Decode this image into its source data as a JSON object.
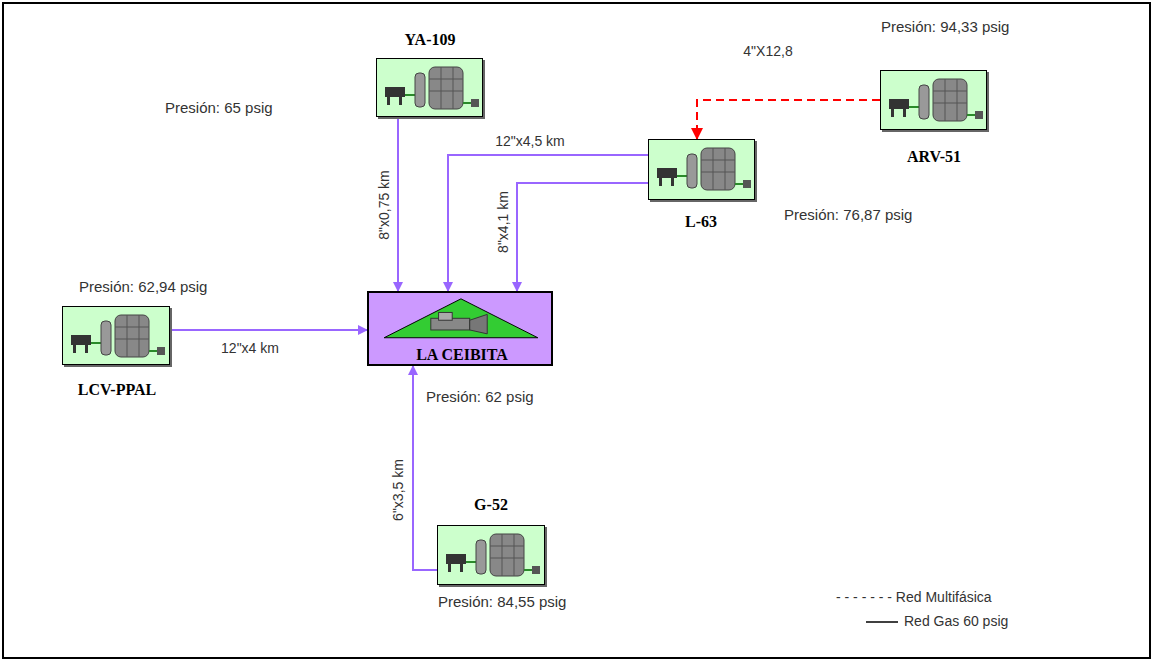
{
  "diagram": {
    "nodes": [
      {
        "text": [
          "YA-109",
          "Presión: 65 psig"
        ]
      },
      {
        "text": [
          "ARV-51",
          "Presión: 94,33 psig"
        ]
      },
      {
        "text": [
          "L-63",
          "Presión: 76,87 psig"
        ]
      },
      {
        "text": [
          "LCV-PPAL",
          "Presión: 62,94 psig"
        ]
      },
      {
        "text": [
          "LA CEIBITA",
          "Presión: 62 psig"
        ]
      },
      {
        "text": [
          "G-52",
          "Presión: 84,55 psig"
        ]
      }
    ],
    "edges": [
      {
        "from": 0,
        "to": 4,
        "arrow": "to",
        "label": "8\"x0,75 km"
      },
      {
        "from": 2,
        "to": 4,
        "arrow": "to",
        "label": "12\"x4,5 km"
      },
      {
        "from": 2,
        "to": 4,
        "arrow": "to",
        "label": "8\"x4,1 km"
      },
      {
        "from": 1,
        "to": 2,
        "arrow": "to",
        "label": "4\"X12,8"
      },
      {
        "from": 3,
        "to": 4,
        "arrow": "to",
        "label": "12\"x4 km"
      },
      {
        "from": 5,
        "to": 4,
        "arrow": "to",
        "label": "6\"x3,5 km"
      }
    ],
    "legend": [
      {
        "text": "- - - - - - - Red Multifásica"
      },
      {
        "text": "Red Gas 60 psig"
      }
    ]
  }
}
